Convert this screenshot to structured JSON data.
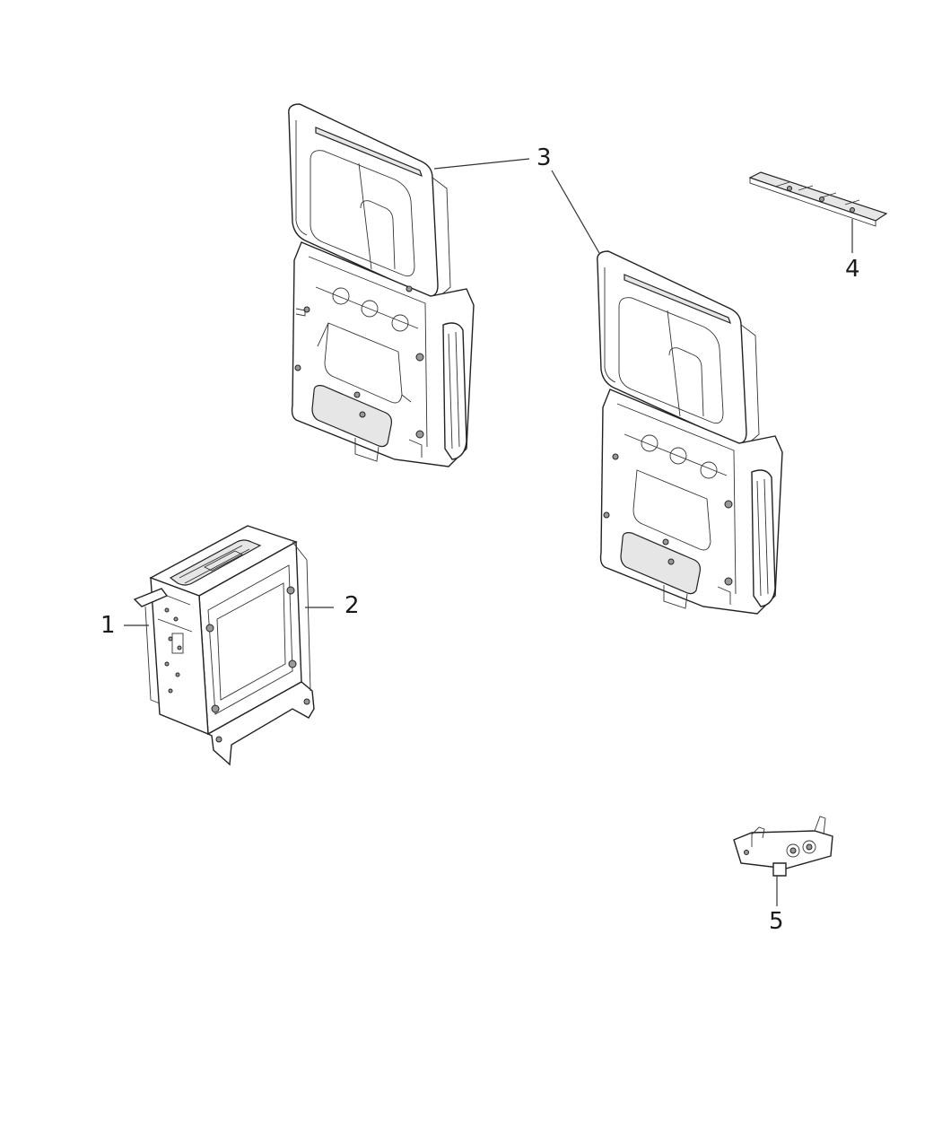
{
  "callouts": {
    "c1": "1",
    "c2": "2",
    "c3": "3",
    "c4": "4",
    "c5": "5"
  },
  "parts": [
    {
      "callout": "1",
      "name": "module-side-bracket"
    },
    {
      "callout": "2",
      "name": "video-module"
    },
    {
      "callout": "3",
      "name": "headrest-video-monitor"
    },
    {
      "callout": "4",
      "name": "bracket-strip"
    },
    {
      "callout": "5",
      "name": "connector-bracket"
    }
  ]
}
